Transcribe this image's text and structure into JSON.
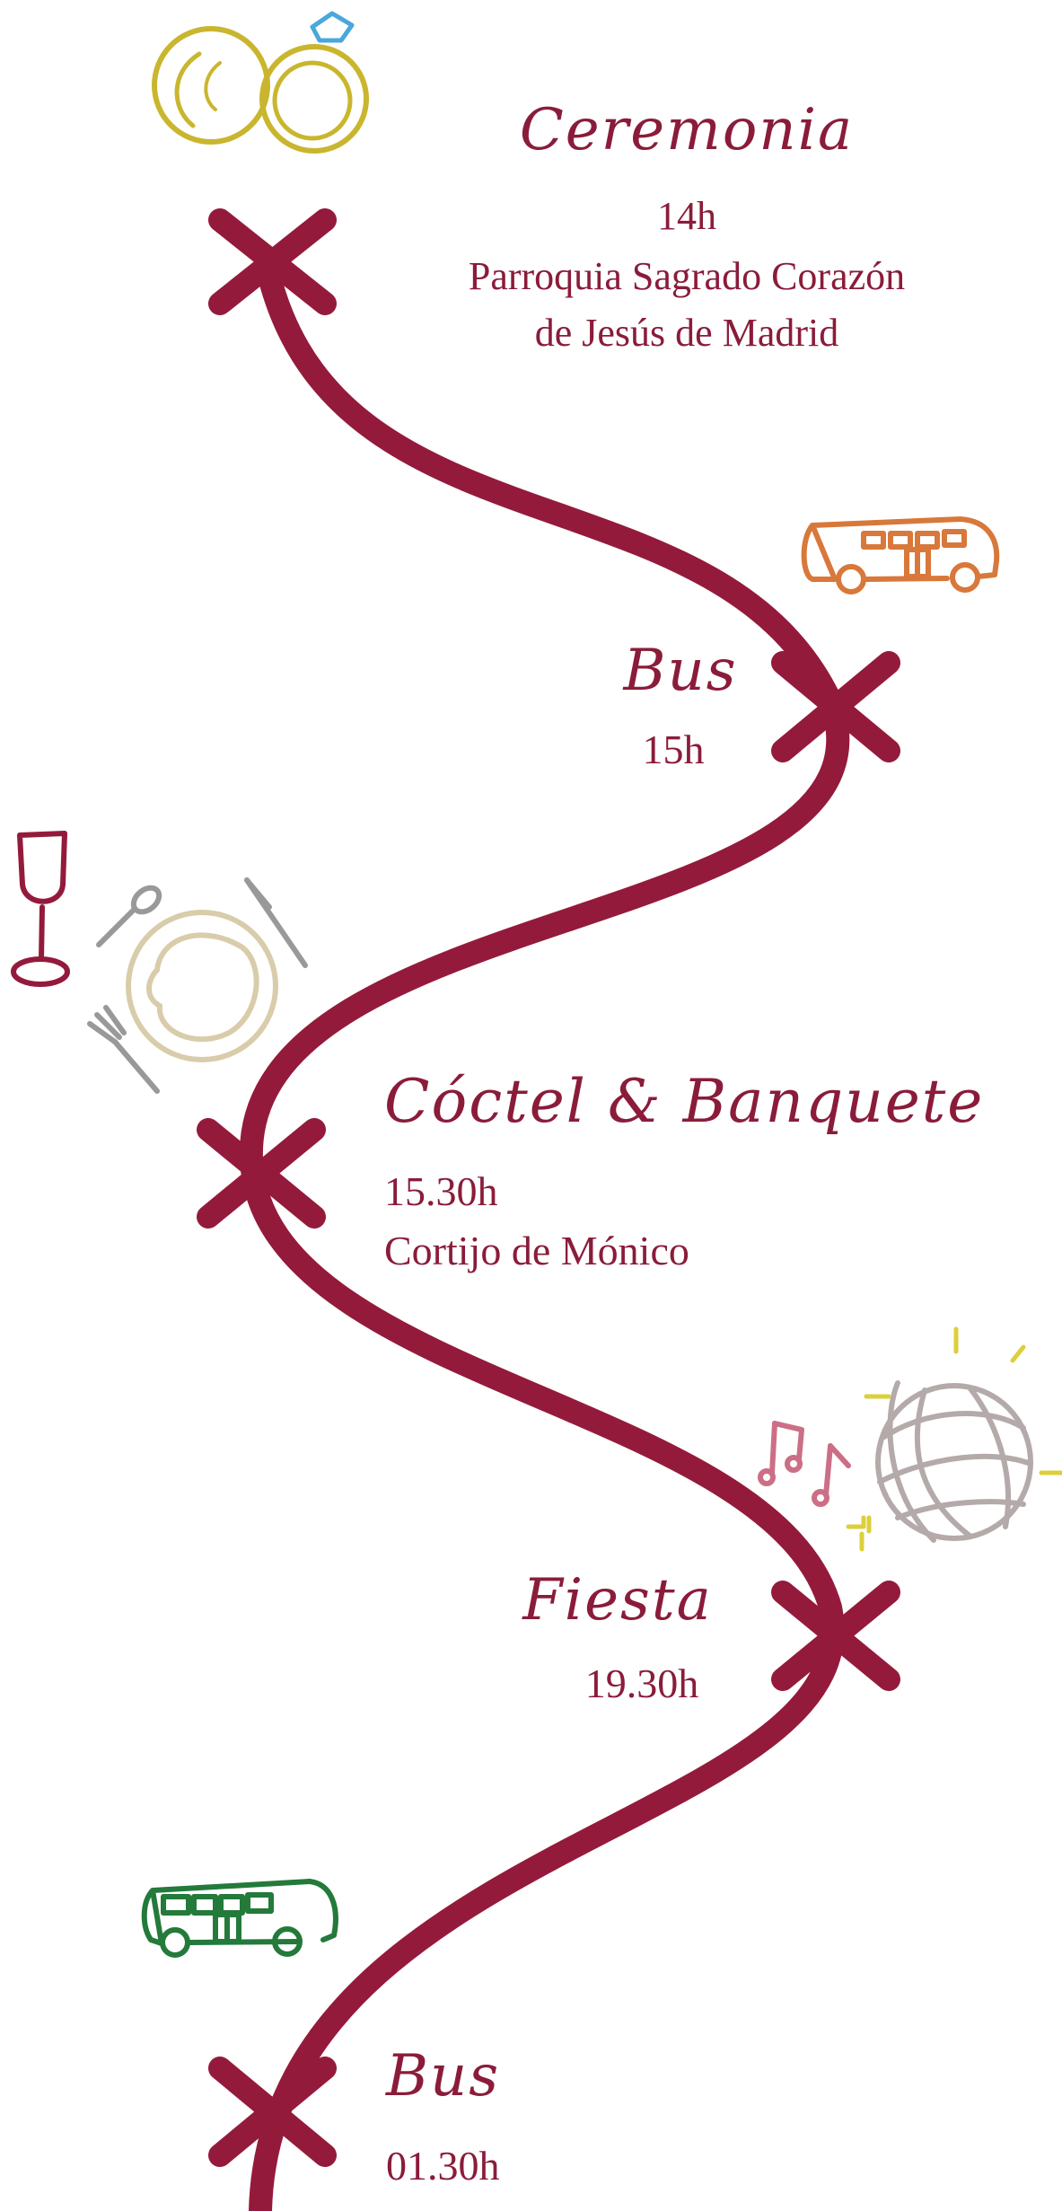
{
  "colors": {
    "route": "#941a3b",
    "text": "#8a1c3a",
    "rings": "#c9b62e",
    "diamond": "#4aa7dc",
    "bus_orange": "#d8783a",
    "bus_green": "#237a3a",
    "wine": "#941a3b",
    "plate": "#d8ccaa",
    "cutlery": "#999999",
    "notes": "#cc6f86",
    "discoball": "#b4aaaa",
    "sparkle": "#dccf3c"
  },
  "stops": [
    {
      "title": "Ceremonia",
      "lines": [
        "14h",
        "Parroquia Sagrado Corazón",
        "de Jesús de Madrid"
      ],
      "icon": "rings-icon"
    },
    {
      "title": "Bus",
      "lines": [
        "15h"
      ],
      "icon": "bus-icon"
    },
    {
      "title": "Cóctel & Banquete",
      "lines": [
        "15.30h",
        "Cortijo de Mónico"
      ],
      "icon": "dinner-icon"
    },
    {
      "title": "Fiesta",
      "lines": [
        "19.30h"
      ],
      "icon": "disco-ball-icon"
    },
    {
      "title": "Bus",
      "lines": [
        "01.30h"
      ],
      "icon": "bus-icon"
    }
  ]
}
